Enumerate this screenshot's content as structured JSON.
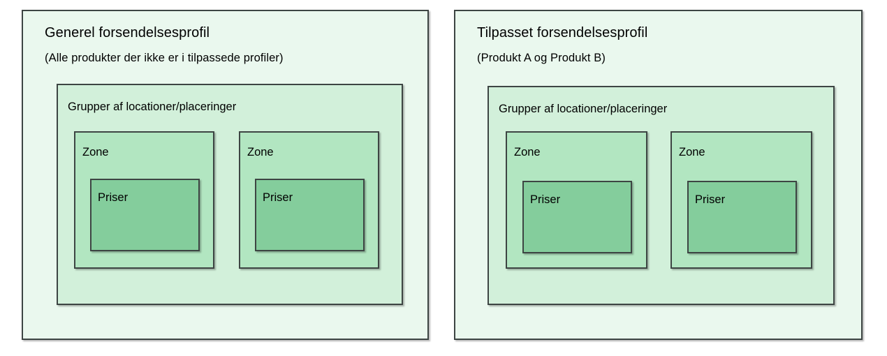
{
  "diagram": {
    "background_color": "#ffffff",
    "border_color": "#3d4543",
    "panel_color": "#eaf8ee",
    "group_color": "#d2f0da",
    "zone_color": "#b2e6c1",
    "price_color": "#84cd9c",
    "panels": [
      {
        "title": "Generel forsendelsesprofil",
        "subtitle": "(Alle produkter der ikke er i tilpassede profiler)",
        "group": {
          "label": "Grupper af locationer/placeringer",
          "zones": [
            {
              "label": "Zone",
              "price": {
                "label": "Priser"
              }
            },
            {
              "label": "Zone",
              "price": {
                "label": "Priser"
              }
            }
          ]
        }
      },
      {
        "title": "Tilpasset forsendelsesprofil",
        "subtitle": "(Produkt A og Produkt B)",
        "group": {
          "label": "Grupper af locationer/placeringer",
          "zones": [
            {
              "label": "Zone",
              "price": {
                "label": "Priser"
              }
            },
            {
              "label": "Zone",
              "price": {
                "label": "Priser"
              }
            }
          ]
        }
      }
    ]
  }
}
